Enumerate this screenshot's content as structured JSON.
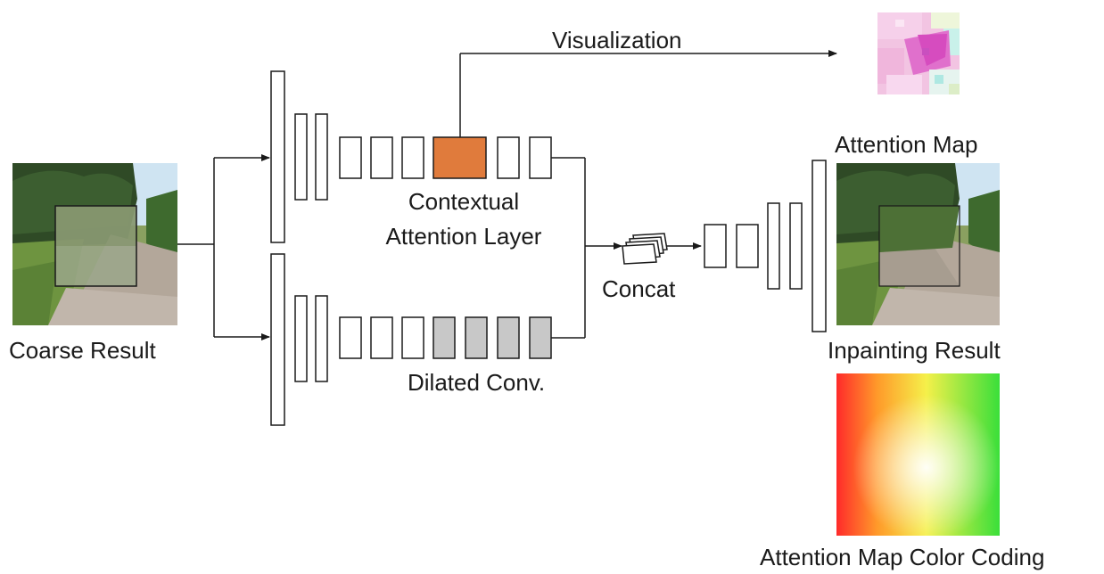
{
  "labels": {
    "coarse_result": "Coarse Result",
    "visualization": "Visualization",
    "contextual_line1": "Contextual",
    "contextual_line2": "Attention Layer",
    "dilated_conv": "Dilated Conv.",
    "concat": "Concat",
    "attention_map": "Attention Map",
    "inpainting_result": "Inpainting Result",
    "color_coding": "Attention Map Color Coding"
  },
  "colors": {
    "attention_layer_fill": "#E07B3C",
    "dilated_conv_fill": "#C8C8C8",
    "stroke": "#1a1a1a"
  },
  "icons": {
    "coarse_result_image": "road-scene-photo-with-blurred-hole",
    "attention_visualization_image": "attention-map-mosaic",
    "inpainting_result_image": "road-scene-photo-inpainted",
    "color_wheel_image": "hsv-color-coding-square"
  }
}
